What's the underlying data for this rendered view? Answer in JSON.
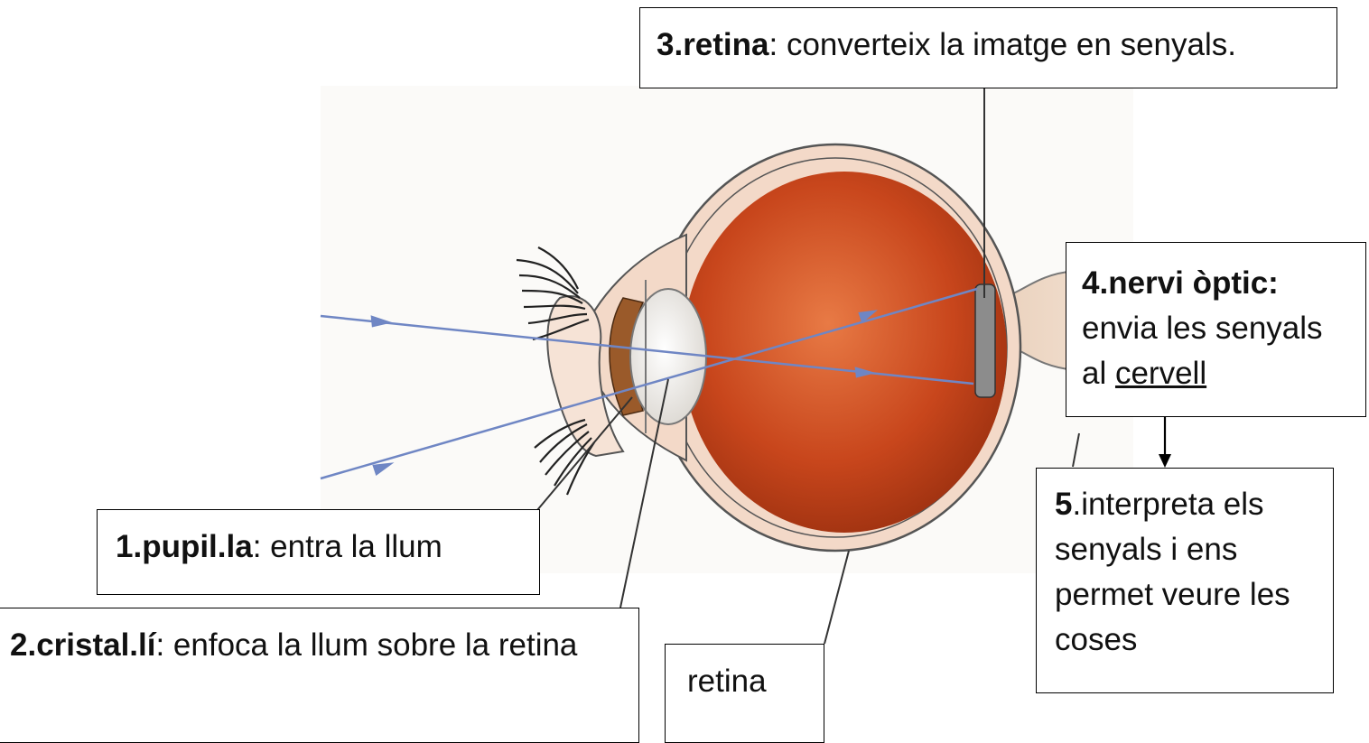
{
  "diagram": {
    "labels": {
      "retina_top": {
        "number": "3.retina",
        "text": ": converteix la imatge en senyals."
      },
      "optic_nerve": {
        "number": "4.nervi òptic:",
        "line2": "envia les senyals",
        "line3_prefix": "al ",
        "line3_link": "cervell"
      },
      "brain": {
        "number": "5",
        "text": ".interpreta els senyals i ens permet veure les coses"
      },
      "pupil": {
        "number": "1.pupil.la",
        "text": ": entra la llum"
      },
      "lens": {
        "number": "2.cristal.lí",
        "text": ": enfoca la llum sobre la retina"
      },
      "retina_bottom": {
        "text": "retina"
      }
    },
    "colors": {
      "eye_interior": "#c8461c",
      "eye_shadow": "#8f2a0c",
      "sclera": "#f3d9c8",
      "cornea": "#f6e3d6",
      "iris": "#9a5a2a",
      "light_ray": "#6f86c4",
      "nerve": "#f1dcc8",
      "lash": "#222222"
    }
  }
}
